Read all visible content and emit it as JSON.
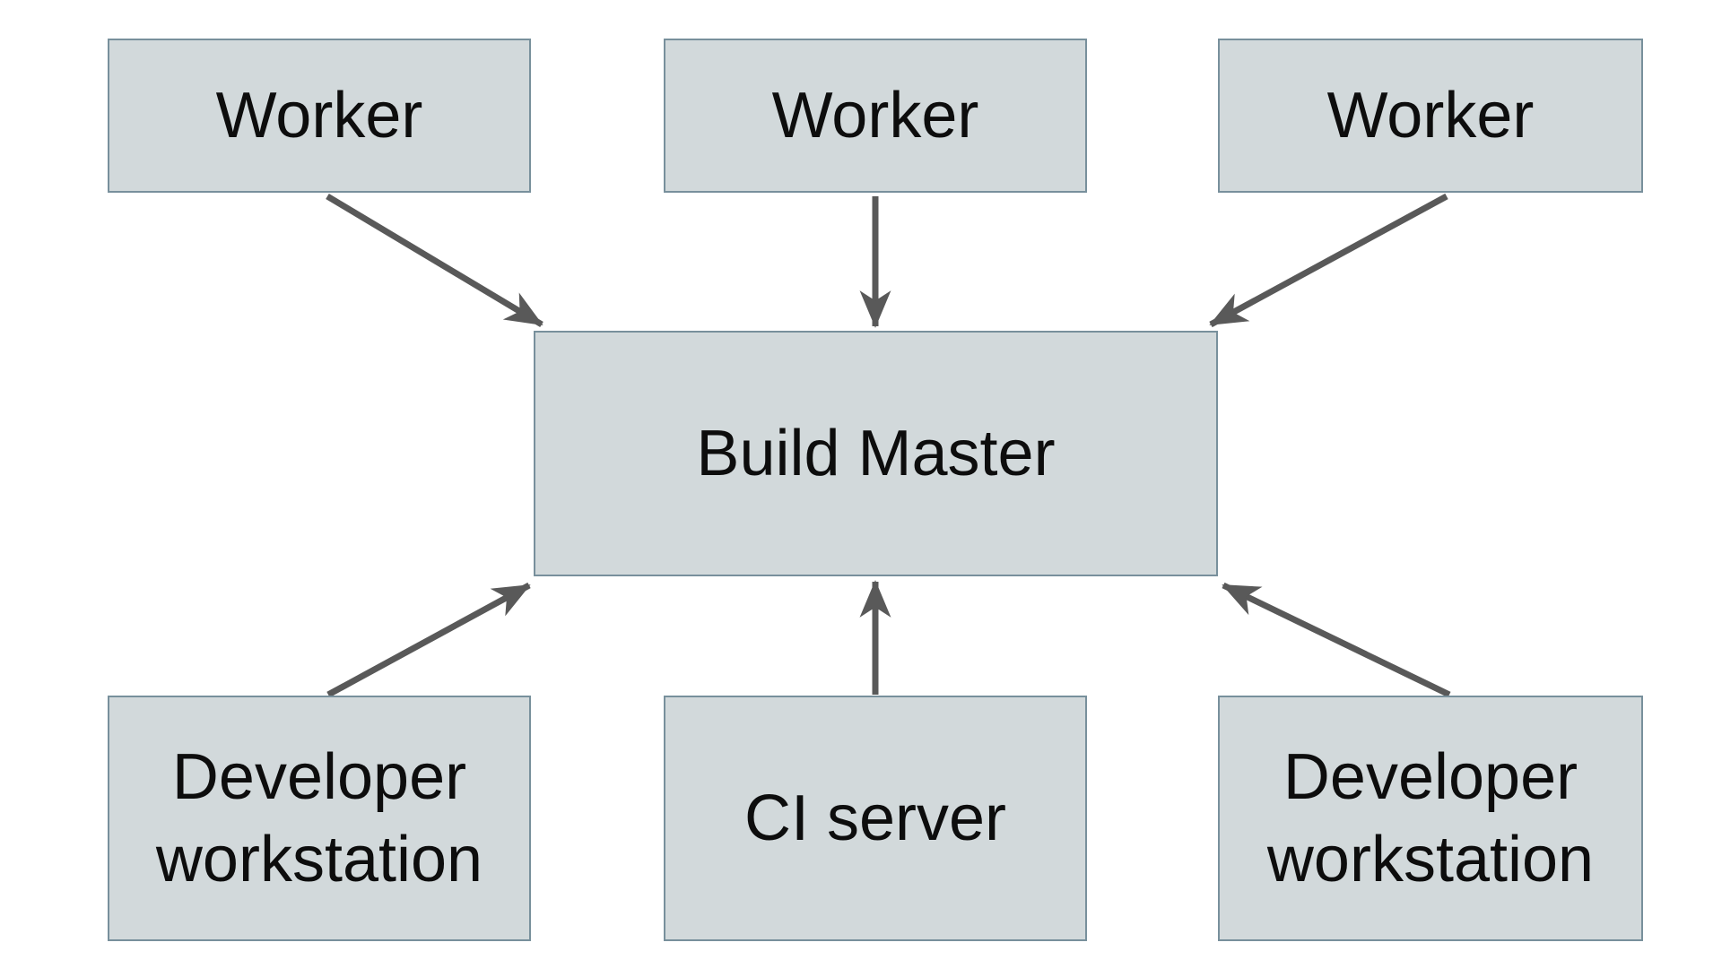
{
  "diagram": {
    "nodes": {
      "worker_left": {
        "label": "Worker"
      },
      "worker_center": {
        "label": "Worker"
      },
      "worker_right": {
        "label": "Worker"
      },
      "build_master": {
        "label": "Build Master"
      },
      "dev_workstation_left": {
        "label": "Developer workstation"
      },
      "ci_server": {
        "label": "CI server"
      },
      "dev_workstation_right": {
        "label": "Developer workstation"
      }
    },
    "edges": [
      {
        "from": "worker_left",
        "to": "build_master"
      },
      {
        "from": "worker_center",
        "to": "build_master"
      },
      {
        "from": "worker_right",
        "to": "build_master"
      },
      {
        "from": "dev_workstation_left",
        "to": "build_master"
      },
      {
        "from": "ci_server",
        "to": "build_master"
      },
      {
        "from": "dev_workstation_right",
        "to": "build_master"
      }
    ],
    "colors": {
      "node_fill": "#d2d9db",
      "node_border": "#78909c",
      "arrow": "#595959",
      "text": "#0d0d0d",
      "background": "#ffffff"
    }
  }
}
